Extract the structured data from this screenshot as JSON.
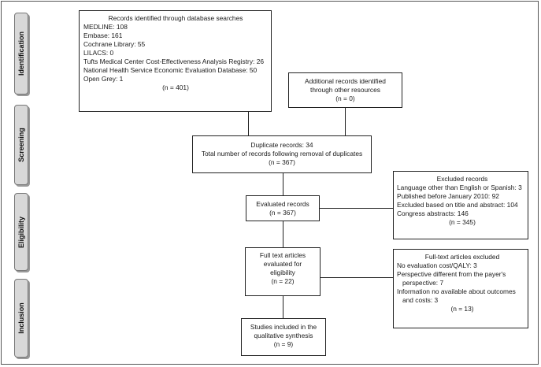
{
  "stages": [
    "Identification",
    "Screening",
    "Eligibility",
    "Inclusion"
  ],
  "records_identified": {
    "title": "Records identified through database searches",
    "lines": [
      "MEDLINE: 108",
      "Embase: 161",
      "Cochrane Library: 55",
      "LILACS: 0",
      "Tufts Medical Center Cost-Effectiveness Analysis Registry: 26",
      "National Health Service Economic Evaluation Database: 50",
      "Open Grey: 1"
    ],
    "total": "(n = 401)"
  },
  "additional_records": {
    "lines": [
      "Additional records identified",
      "through other resources"
    ],
    "total": "(n = 0)"
  },
  "duplicates": {
    "lines": [
      "Duplicate records: 34",
      "Total number of records following removal of duplicates"
    ],
    "total": "(n = 367)"
  },
  "evaluated": {
    "lines": [
      "Evaluated records"
    ],
    "total": "(n = 367)"
  },
  "excluded_records": {
    "title": "Excluded records",
    "lines": [
      "Language other than English or Spanish: 3",
      "Published before January 2010: 92",
      "Excluded based on title and abstract: 104",
      "Congress abstracts: 146"
    ],
    "total": "(n = 345)"
  },
  "fulltext_evaluated": {
    "lines": [
      "Full text articles",
      "evaluated for",
      "eligibility"
    ],
    "total": "(n = 22)"
  },
  "fulltext_excluded": {
    "title": "Full-text articles excluded",
    "lines": [
      "No evaluation cost/QALY: 3",
      "Perspective different from the payer's",
      "   perspective: 7",
      "Information no available about outcomes",
      "   and costs: 3"
    ],
    "total": "(n = 13)"
  },
  "included": {
    "lines": [
      "Studies included in the",
      "qualitative synthesis"
    ],
    "total": "(n = 9)"
  }
}
